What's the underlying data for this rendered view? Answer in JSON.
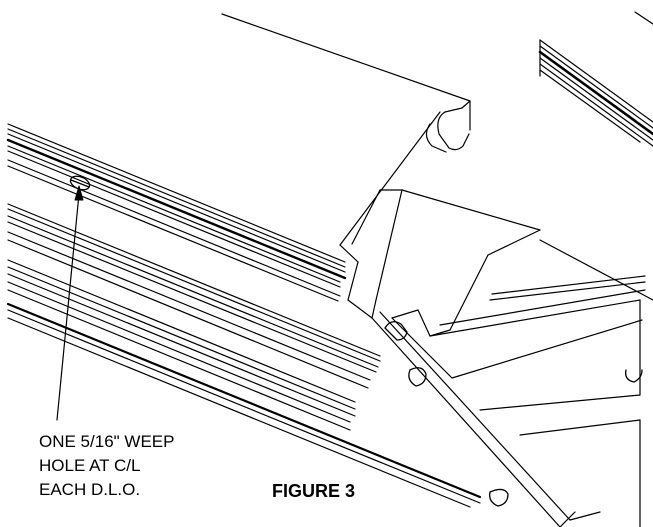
{
  "figure": {
    "title": "FIGURE 3"
  },
  "callout": {
    "lines": [
      "ONE 5/16\" WEEP",
      "HOLE AT C/L",
      "EACH D.L.O."
    ]
  },
  "colors": {
    "ink": "#000000",
    "paper": "#ffffff"
  }
}
